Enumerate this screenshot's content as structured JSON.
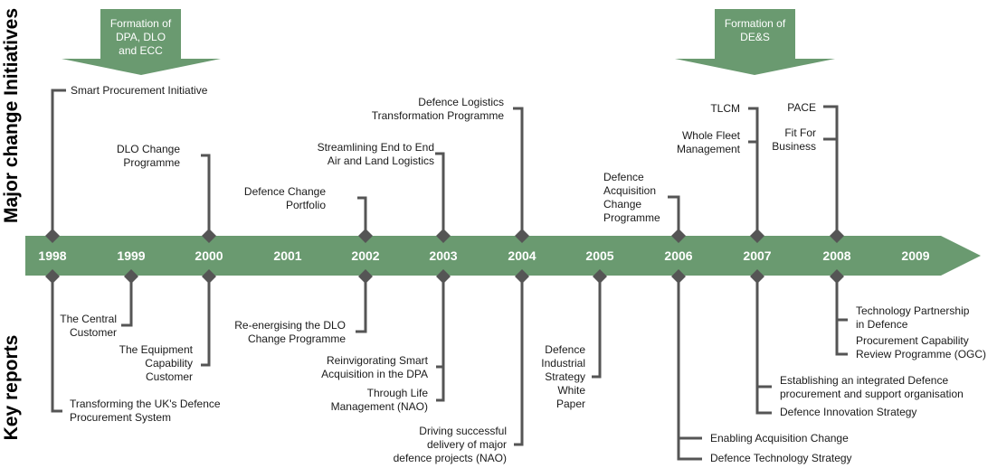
{
  "side_labels": {
    "top": "Major change Initiatives",
    "bottom": "Key reports"
  },
  "milestones": [
    "Formation of\nDPA, DLO\nand ECC",
    "Formation of\nDE&S"
  ],
  "years": [
    "1998",
    "1999",
    "2000",
    "2001",
    "2002",
    "2003",
    "2004",
    "2005",
    "2006",
    "2007",
    "2008",
    "2009"
  ],
  "initiatives": [
    {
      "year": "1998",
      "label": "Smart Procurement Initiative"
    },
    {
      "year": "2000",
      "label": "DLO Change\nProgramme"
    },
    {
      "year": "2002",
      "label": "Defence Change\nPortfolio"
    },
    {
      "year": "2003",
      "label": "Streamlining End to End\nAir and Land Logistics"
    },
    {
      "year": "2004",
      "label": "Defence Logistics\nTransformation Programme"
    },
    {
      "year": "2006",
      "label": "Defence\nAcquisition\nChange\nProgramme"
    },
    {
      "year": "2007",
      "label": "TLCM"
    },
    {
      "year": "2007",
      "label": "Whole Fleet\nManagement"
    },
    {
      "year": "2008",
      "label": "PACE"
    },
    {
      "year": "2008",
      "label": "Fit For\nBusiness"
    }
  ],
  "reports": [
    {
      "year": "1998",
      "label": "Transforming the UK's Defence\nProcurement System"
    },
    {
      "year": "1999",
      "label": "The Central\nCustomer"
    },
    {
      "year": "2000",
      "label": "The Equipment\nCapability\nCustomer"
    },
    {
      "year": "2002",
      "label": "Re-energising the DLO\nChange Programme"
    },
    {
      "year": "2003",
      "label": "Reinvigorating Smart\nAcquisition in the DPA"
    },
    {
      "year": "2003",
      "label": "Through Life\nManagement (NAO)"
    },
    {
      "year": "2004",
      "label": "Driving successful\ndelivery of major\ndefence projects (NAO)"
    },
    {
      "year": "2005",
      "label": "Defence\nIndustrial\nStrategy\nWhite\nPaper"
    },
    {
      "year": "2006",
      "label": "Enabling Acquisition Change"
    },
    {
      "year": "2006",
      "label": "Defence Technology Strategy"
    },
    {
      "year": "2007",
      "label": "Establishing an integrated Defence\nprocurement and support organisation"
    },
    {
      "year": "2007",
      "label": "Defence Innovation Strategy"
    },
    {
      "year": "2008",
      "label": "Technology Partnership\nin Defence"
    },
    {
      "year": "2008",
      "label": "Procurement Capability\nReview Programme (OGC)"
    }
  ],
  "colors": {
    "band": "#6a9a70",
    "connector": "#555555"
  }
}
